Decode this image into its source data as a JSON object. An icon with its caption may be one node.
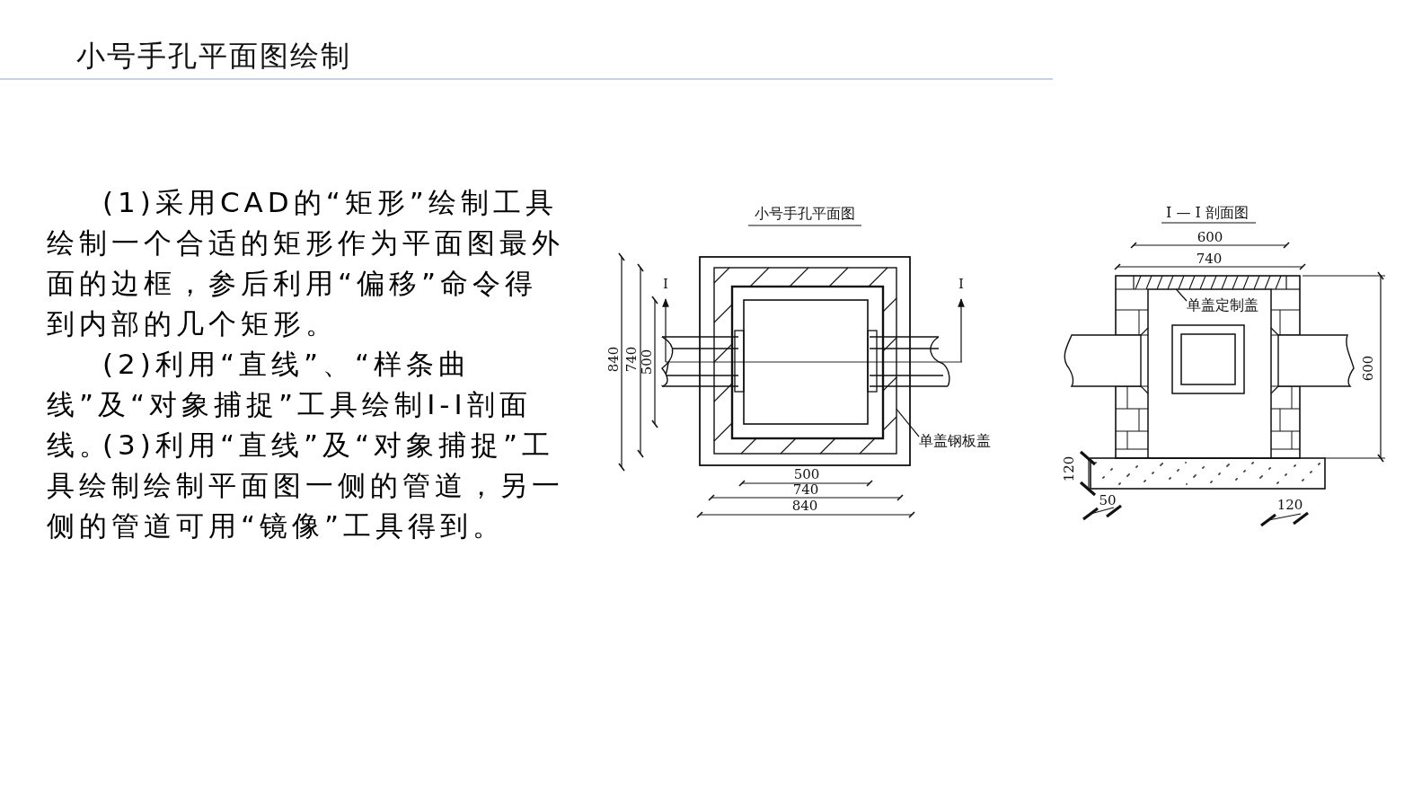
{
  "diagram": {
    "title": "小号手孔平面图绘制",
    "nodes": [
      {
        "text": [
          "单盖钢板盖"
        ]
      },
      {
        "text": [
          "单盖定制盖"
        ]
      },
      {
        "text": [],
        "shape": "box"
      },
      {
        "text": [],
        "shape": "bar"
      }
    ],
    "edges": [
      {
        "from": 0,
        "to": 2,
        "arrow": "none"
      },
      {
        "from": 1,
        "to": 3,
        "arrow": "none"
      }
    ],
    "labels": [
      "(1)采用CAD的“矩形”绘制工具绘制一个合适的矩形作为平面图最外面的边框，参后利用“偏移”命令得到内部的几个矩形。",
      "(2)利用“直线”、“样条曲线”及“对象捕捉”工具绘制I-I剖面线。",
      "(3)利用“直线”及“对象捕捉”工具绘制绘制平面图一侧的管道，另一侧的管道可用“镜像”工具得到。",
      "小号手孔平面图",
      "I",
      "I",
      "840",
      "740",
      "500",
      "500",
      "740",
      "840",
      "I — I 剖面图",
      "600",
      "740",
      "600",
      "120",
      "50",
      "120"
    ]
  }
}
